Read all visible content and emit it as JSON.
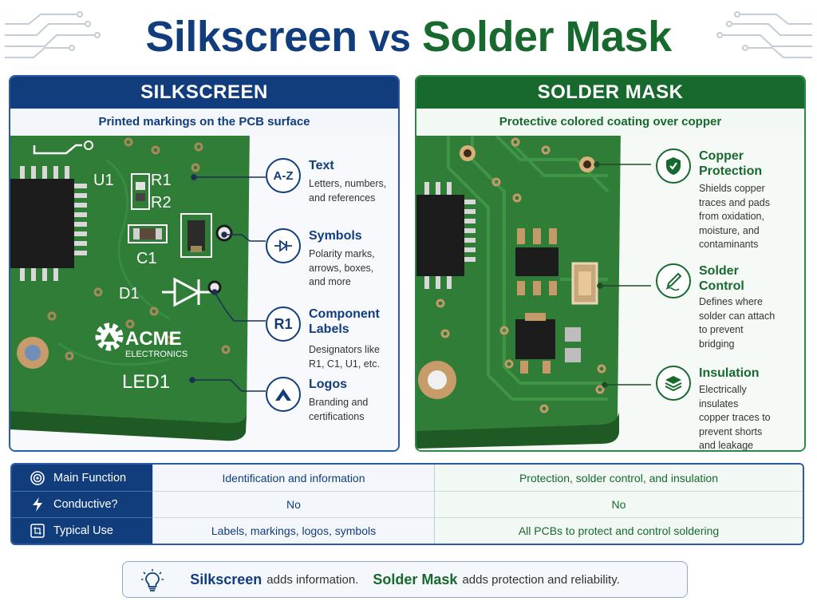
{
  "title": {
    "part1": "Silkscreen",
    "part2": "vs",
    "part3": "Solder Mask"
  },
  "colors": {
    "blue": "#123d7d",
    "green": "#17692e",
    "pcb": "#2f7d37"
  },
  "silkscreen": {
    "header": "SILKSCREEN",
    "subtitle": "Printed markings on the PCB surface",
    "board_labels": {
      "u1": "U1",
      "r1": "R1",
      "r2": "R2",
      "c1": "C1",
      "d1": "D1",
      "logo_line1": "ACME",
      "logo_line2": "ELECTRONICS",
      "led1": "LED1"
    },
    "features": [
      {
        "icon": "az-icon",
        "icon_text": "A-Z",
        "title": "Text",
        "desc": [
          "Letters, numbers,",
          "and references"
        ]
      },
      {
        "icon": "diode-symbol-icon",
        "title": "Symbols",
        "desc": [
          "Polarity marks,",
          "arrows, boxes,",
          "and more"
        ]
      },
      {
        "icon": "component-label-icon",
        "icon_text": "R1",
        "title": "Component Labels",
        "desc": [
          "Designators like",
          "R1, C1, U1, etc."
        ]
      },
      {
        "icon": "logo-icon",
        "title": "Logos",
        "desc": [
          "Branding and",
          "certifications"
        ]
      }
    ]
  },
  "soldermask": {
    "header": "SOLDER MASK",
    "subtitle": "Protective colored coating over copper",
    "features": [
      {
        "icon": "shield-check-icon",
        "title": "Copper Protection",
        "desc": [
          "Shields copper",
          "traces and pads",
          "from oxidation,",
          "moisture, and",
          "contaminants"
        ]
      },
      {
        "icon": "solder-pen-icon",
        "title": "Solder Control",
        "desc": [
          "Defines where",
          "solder can attach",
          "to prevent",
          "bridging"
        ]
      },
      {
        "icon": "layers-icon",
        "title": "Insulation",
        "desc": [
          "Electrically insulates",
          "copper traces to",
          "prevent shorts",
          "and leakage"
        ]
      }
    ]
  },
  "table": {
    "rows": [
      {
        "icon": "target-icon",
        "label": "Main Function",
        "silk": "Identification and information",
        "mask": "Protection, solder control, and insulation"
      },
      {
        "icon": "lightning-icon",
        "label": "Conductive?",
        "silk": "No",
        "mask": "No"
      },
      {
        "icon": "circuit-icon",
        "label": "Typical Use",
        "silk": "Labels, markings, logos, symbols",
        "mask": "All PCBs to protect and control soldering"
      }
    ]
  },
  "footer": {
    "icon": "lightbulb-icon",
    "k1": "Silkscreen",
    "t1": "adds information.",
    "k2": "Solder Mask",
    "t2": "adds protection and reliability."
  }
}
